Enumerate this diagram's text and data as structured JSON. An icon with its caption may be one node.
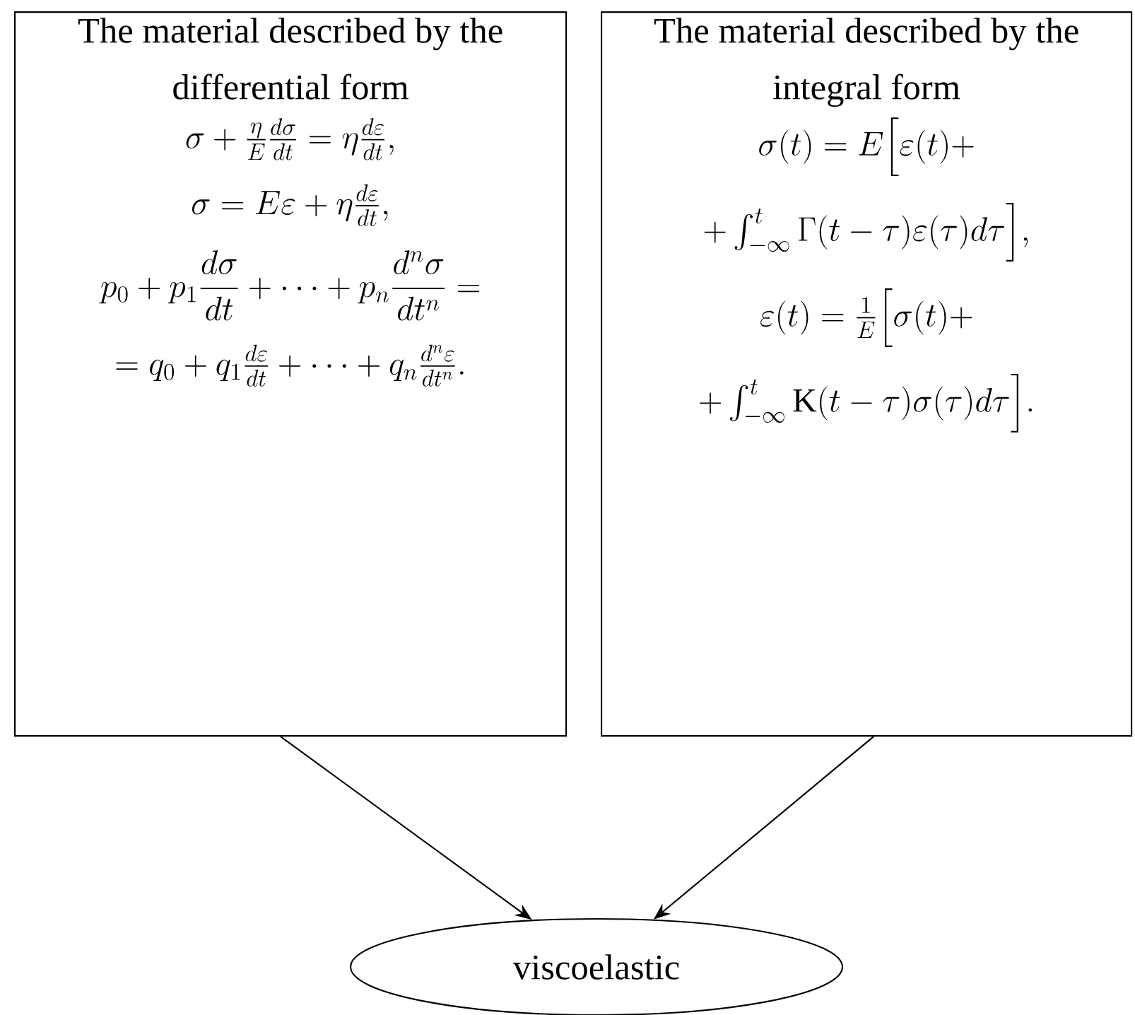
{
  "diagram": {
    "nodes": [
      {
        "text": [
          "The material described by the differential form",
          "\\sigma+\\frac{\\eta}{E}\\frac{d\\sigma}{dt}=\\eta\\frac{d\\varepsilon}{dt},",
          "\\sigma=E\\varepsilon+\\eta\\frac{d\\varepsilon}{dt},",
          "p_0+p_1\\dfrac{d\\sigma}{dt}+\\dots+p_n\\dfrac{d^n\\sigma}{dt^n}=",
          "=q_0+q_1\\frac{d\\varepsilon}{dt}+\\dots+q_n\\frac{d^n\\varepsilon}{dt^n}."
        ]
      },
      {
        "text": [
          "The material described by the integral form",
          "\\sigma(t)=E\\Big[\\varepsilon(t)+",
          "+\\int_{-\\infty}^{t}\\Gamma(t-\\tau)\\varepsilon(\\tau)d\\tau\\Big],",
          "\\varepsilon(t)=\\frac{1}{E}\\Big[\\sigma(t)+",
          "+\\int_{-\\infty}^{t}\\mathrm{K}(t-\\tau)\\sigma(\\tau)d\\tau\\Big]."
        ]
      },
      {
        "text": [
          "viscoelastic"
        ]
      }
    ],
    "edges": [
      {
        "from": 0,
        "to": 2,
        "arrow": "to"
      },
      {
        "from": 1,
        "to": 2,
        "arrow": "to"
      }
    ]
  }
}
